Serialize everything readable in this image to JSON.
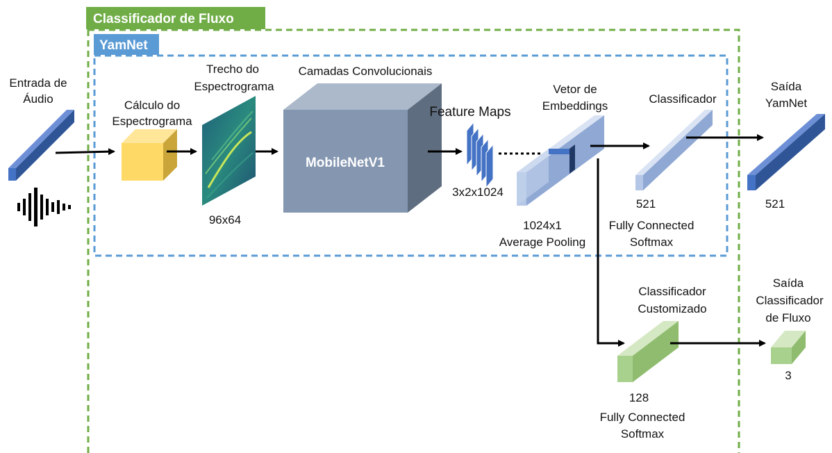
{
  "frames": {
    "outer_title": "Classificador de Fluxo",
    "inner_title": "YamNet",
    "outer_color": "#70ad47",
    "inner_color": "#5b9bd5"
  },
  "labels": {
    "input_line1": "Entrada de",
    "input_line2": "Áudio",
    "spec_calc_line1": "Cálculo do",
    "spec_calc_line2": "Espectrograma",
    "spec_patch_line1": "Trecho do",
    "spec_patch_line2": "Espectrograma",
    "spec_patch_size": "96x64",
    "conv_title": "Camadas Convolucionais",
    "conv_model": "MobileNetV1",
    "feature_maps": "Feature Maps",
    "feature_maps_size": "3x2x1024",
    "emb_line1": "Vetor de",
    "emb_line2": "Embeddings",
    "emb_size": "1024x1",
    "emb_pool": "Average Pooling",
    "clf_title": "Classificador",
    "clf_size": "521",
    "clf_desc1": "Fully Connected",
    "clf_desc2": "Softmax",
    "out_line1": "Saída",
    "out_line2": "YamNet",
    "out_size": "521",
    "custom_line1": "Classificador",
    "custom_line2": "Customizado",
    "custom_size": "128",
    "custom_desc1": "Fully Connected",
    "custom_desc2": "Softmax",
    "flow_out_line1": "Saída",
    "flow_out_line2": "Classificador",
    "flow_out_line3": "de Fluxo",
    "flow_out_size": "3"
  }
}
